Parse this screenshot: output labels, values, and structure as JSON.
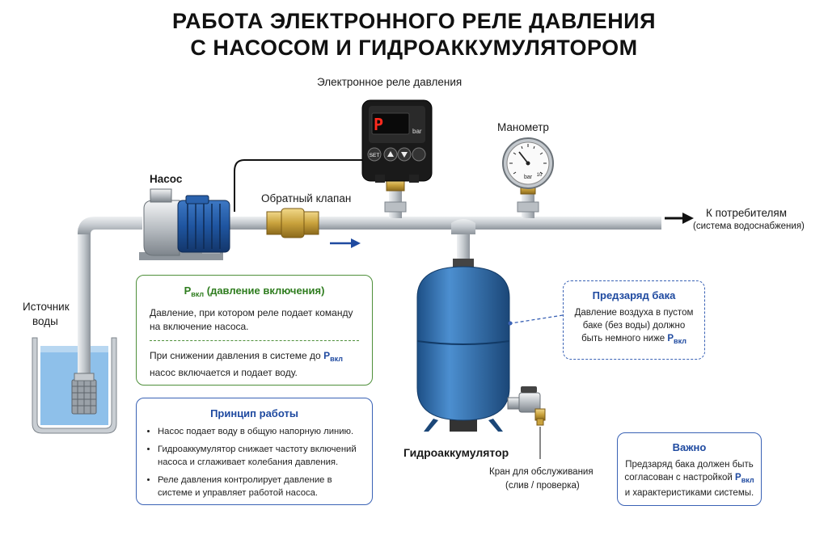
{
  "title": {
    "line1": "РАБОТА ЭЛЕКТРОННОГО РЕЛЕ ДАВЛЕНИЯ",
    "line2": "С НАСОСОМ И ГИДРОАККУМУЛЯТОРОМ"
  },
  "labels": {
    "relay": "Электронное реле давления",
    "manometer": "Манометр",
    "pump": "Насос",
    "check_valve": "Обратный клапан",
    "consumers": "К потребителям",
    "consumers_sub": "(система водоснабжения)",
    "source_line1": "Источник",
    "source_line2": "воды",
    "accumulator": "Гидроаккумулятор",
    "tap_line1": "Кран для обслуживания",
    "tap_line2": "(слив / проверка)"
  },
  "relay_device": {
    "display": "P  ",
    "unit": "bar",
    "btn_set": "SET"
  },
  "gauge": {
    "unit": "bar",
    "scale_max": "10"
  },
  "box_on": {
    "head_p": "P",
    "head_sub": "вкл",
    "head_rest": "(давление включения)",
    "text1": "Давление, при котором реле подает команду на включение насоса.",
    "text2_a": "При снижении давления в системе до ",
    "text2_p": "P",
    "text2_sub": "вкл",
    "text2_b": "насос включается и подает воду."
  },
  "box_principle": {
    "head": "Принцип работы",
    "items": [
      "Насос подает воду в общую напорную линию.",
      "Гидроаккумулятор снижает частоту включений насоса и сглаживает колебания давления.",
      "Реле давления контролирует давление в системе и управляет работой насоса."
    ]
  },
  "box_precharge": {
    "head": "Предзаряд бака",
    "text": "Давление воздуха в пустом баке (без воды) должно быть немного ниже ",
    "p": "P",
    "sub": "вкл"
  },
  "box_important": {
    "head": "Важно",
    "text_a": "Предзаряд бака должен быть согласован с настройкой ",
    "p": "P",
    "sub": "вкл",
    "text_b": " и характеристиками системы."
  },
  "colors": {
    "pipe": "#c9ced3",
    "tank": "#2f6fb0",
    "pump": "#1f55a0",
    "water": "#7fb3e0",
    "green_border": "#4e8f3a",
    "blue_border": "#3a62b5",
    "arrow": "#1f4aa0"
  }
}
